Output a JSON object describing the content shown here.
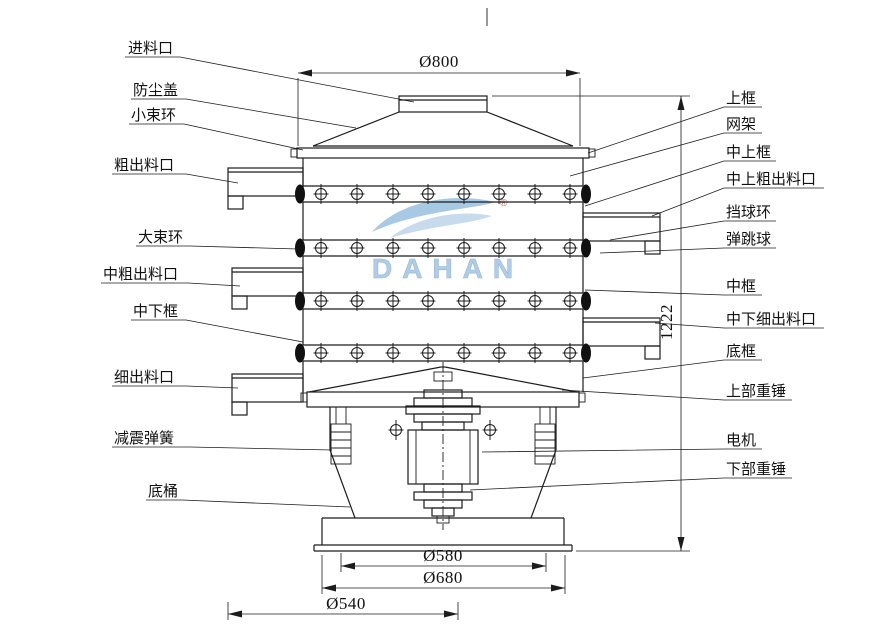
{
  "watermark": {
    "brand": "DAHAN",
    "registered": "®"
  },
  "labels_left": [
    {
      "text": "进料口"
    },
    {
      "text": "防尘盖"
    },
    {
      "text": "小束环"
    },
    {
      "text": "粗出料口"
    },
    {
      "text": "大束环"
    },
    {
      "text": "中粗出料口"
    },
    {
      "text": "中下框"
    },
    {
      "text": "细出料口"
    },
    {
      "text": "减震弹簧"
    },
    {
      "text": "底桶"
    }
  ],
  "labels_right": [
    {
      "text": "上框"
    },
    {
      "text": "网架"
    },
    {
      "text": "中上框"
    },
    {
      "text": "中上粗出料口"
    },
    {
      "text": "挡球环"
    },
    {
      "text": "弹跳球"
    },
    {
      "text": "中框"
    },
    {
      "text": "中下细出料口"
    },
    {
      "text": "底框"
    },
    {
      "text": "上部重锤"
    },
    {
      "text": "电机"
    },
    {
      "text": "下部重锤"
    }
  ],
  "dimensions": {
    "top_diameter": "Ø800",
    "total_height": "1222",
    "inner_base_diameter": "Ø580",
    "outer_base_diameter": "Ø680",
    "bottom_diameter": "Ø540"
  }
}
